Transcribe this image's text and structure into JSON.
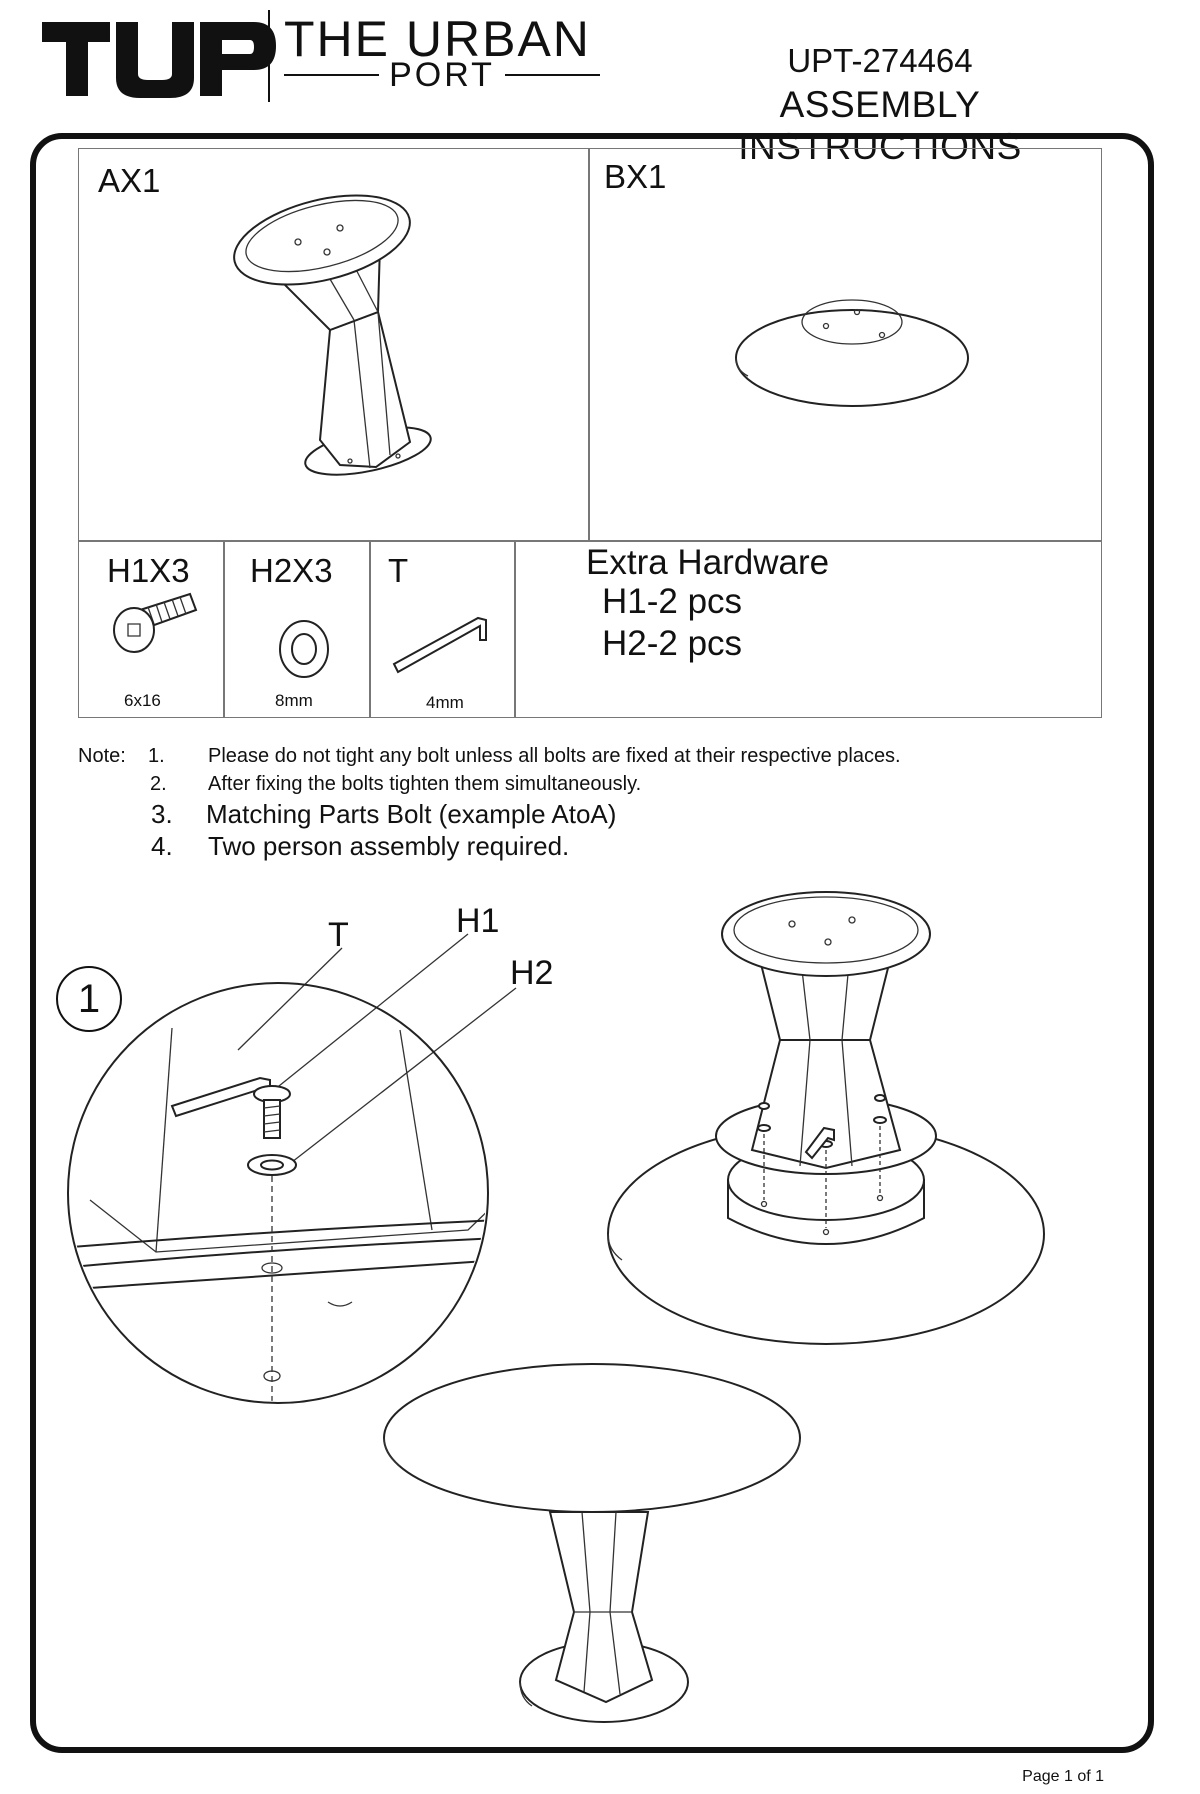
{
  "header": {
    "logo_mark": "TUP",
    "brand_name": "THE URBAN",
    "brand_sub": "PORT",
    "doc_code": "UPT-274464",
    "doc_title": "ASSEMBLY INSTRUCTIONS"
  },
  "parts": {
    "a": {
      "label": "AX1"
    },
    "b": {
      "label": "BX1"
    }
  },
  "hardware": [
    {
      "label": "H1X3",
      "size": "6x16"
    },
    {
      "label": "H2X3",
      "size": "8mm"
    },
    {
      "label": "T",
      "size": "4mm"
    }
  ],
  "extra_hardware": {
    "title": "Extra Hardware",
    "lines": [
      "H1-2 pcs",
      "H2-2 pcs"
    ]
  },
  "notes": {
    "prefix": "Note:",
    "items": [
      {
        "num": "1.",
        "text": "Please do not tight any bolt unless all bolts are fixed at their respective places."
      },
      {
        "num": "2.",
        "text": "After fixing the bolts tighten them simultaneously."
      },
      {
        "num": "3.",
        "text": "Matching Parts Bolt (example AtoA)"
      },
      {
        "num": "4.",
        "text": "Two person assembly required."
      }
    ]
  },
  "step": {
    "number": "1",
    "callouts": {
      "t": "T",
      "h1": "H1",
      "h2": "H2"
    }
  },
  "footer": {
    "page": "Page 1 of 1"
  }
}
